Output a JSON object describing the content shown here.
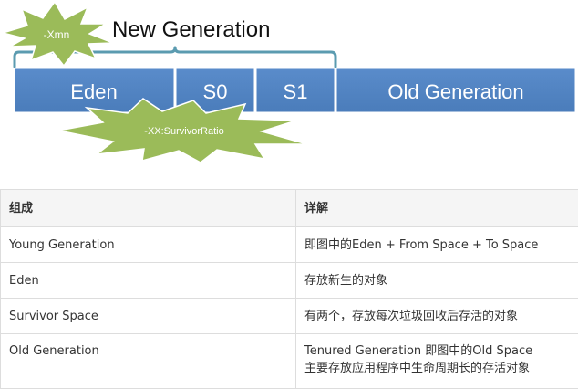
{
  "diagram": {
    "new_generation_label": "New Generation",
    "xmn_label": "-Xmn",
    "survivor_ratio_label": "-XX:SurvivorRatio",
    "segments": {
      "eden": "Eden",
      "s0": "S0",
      "s1": "S1",
      "old": "Old Generation"
    },
    "colors": {
      "segment_fill": "#4f81bd",
      "segment_border": "#ffffff",
      "bracket": "#5b9bb0",
      "starburst": "#9bbb59"
    }
  },
  "table": {
    "headers": [
      "组成",
      "详解"
    ],
    "rows": [
      {
        "component": "Young Generation",
        "detail": [
          "即图中的Eden + From Space + To Space"
        ]
      },
      {
        "component": "Eden",
        "detail": [
          "存放新生的对象"
        ]
      },
      {
        "component": "Survivor Space",
        "detail": [
          "有两个，存放每次垃圾回收后存活的对象"
        ]
      },
      {
        "component": "Old Generation",
        "detail": [
          "Tenured Generation 即图中的Old Space",
          "主要存放应用程序中生命周期长的存活对象"
        ]
      }
    ]
  }
}
